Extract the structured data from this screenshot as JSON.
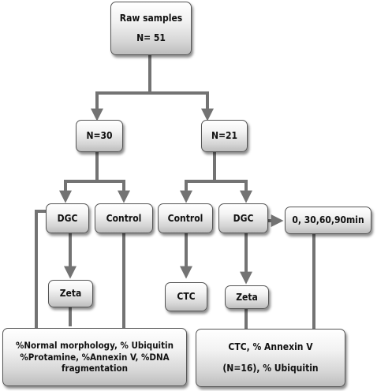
{
  "nodes": {
    "raw": {
      "line1": "Raw samples",
      "line2": "N= 51"
    },
    "n30": "N=30",
    "n21": "N=21",
    "dgc_left": "DGC",
    "control_left": "Control",
    "control_right": "Control",
    "dgc_right": "DGC",
    "time_points": "0, 30,60,90min",
    "zeta_left": "Zeta",
    "ctc": "CTC",
    "zeta_right": "Zeta",
    "outcome_left": {
      "line1": "%Normal morphology, % Ubiquitin",
      "line2": "%Protamine, %Annexin V, %DNA",
      "line3": "fragmentation"
    },
    "outcome_right": {
      "line1": "CTC, % Annexin V",
      "line2": "(N=16), % Ubiquitin"
    }
  },
  "colors": {
    "arrow": "#737373",
    "border": "#555555"
  }
}
